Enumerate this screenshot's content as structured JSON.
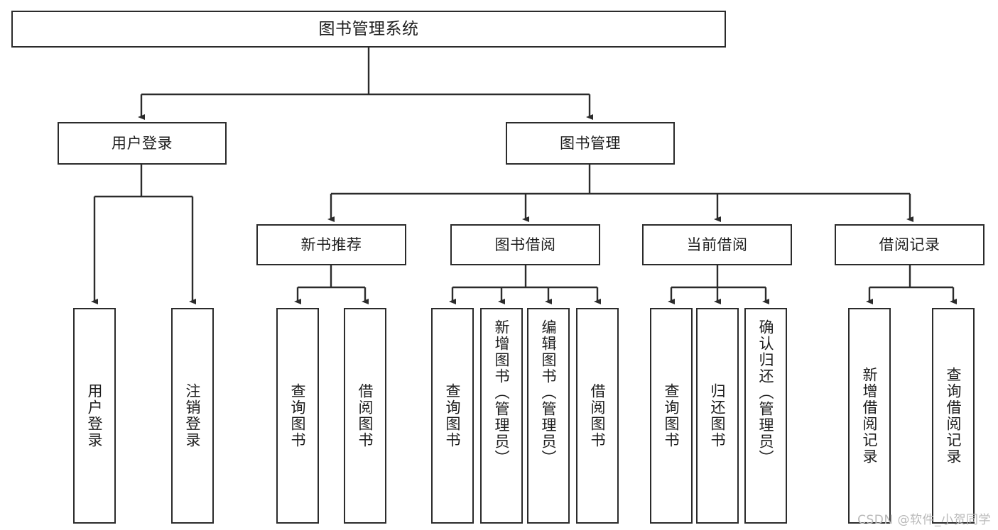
{
  "diagram": {
    "type": "tree-hierarchy",
    "title": "图书管理系统",
    "watermark": "CSDN @软件_小贺同学",
    "colors": {
      "box_border": "#2b2b2b",
      "box_fill": "#ffffff",
      "connector": "#2b2b2b",
      "text": "#1d1d1d",
      "watermark": "#b9b9b9",
      "background": "#ffffff"
    },
    "root": {
      "id": "root",
      "label": "图书管理系统"
    },
    "level1": [
      {
        "id": "user-login",
        "label": "用户登录"
      },
      {
        "id": "book-manage",
        "label": "图书管理"
      }
    ],
    "level2": [
      {
        "id": "new-book-rec",
        "label": "新书推荐"
      },
      {
        "id": "book-borrow",
        "label": "图书借阅"
      },
      {
        "id": "current-borrow",
        "label": "当前借阅"
      },
      {
        "id": "borrow-record",
        "label": "借阅记录"
      }
    ],
    "leaves": {
      "user_login": [
        {
          "id": "leaf-user-login",
          "label": "用户登录"
        },
        {
          "id": "leaf-logout",
          "label": "注销登录"
        }
      ],
      "new_book_rec": [
        {
          "id": "leaf-query-book-1",
          "label": "查询图书"
        },
        {
          "id": "leaf-borrow-book-1",
          "label": "借阅图书"
        }
      ],
      "book_borrow": [
        {
          "id": "leaf-query-book-2",
          "label": "查询图书"
        },
        {
          "id": "leaf-add-book",
          "label": "新增图书（管理员）"
        },
        {
          "id": "leaf-edit-book",
          "label": "编辑图书（管理员）"
        },
        {
          "id": "leaf-borrow-book-2",
          "label": "借阅图书"
        }
      ],
      "current_borrow": [
        {
          "id": "leaf-query-book-3",
          "label": "查询图书"
        },
        {
          "id": "leaf-return-book",
          "label": "归还图书"
        },
        {
          "id": "leaf-confirm-return",
          "label": "确认归还（管理员）"
        }
      ],
      "borrow_record": [
        {
          "id": "leaf-add-record",
          "label": "新增借阅记录"
        },
        {
          "id": "leaf-query-record",
          "label": "查询借阅记录"
        }
      ]
    }
  }
}
